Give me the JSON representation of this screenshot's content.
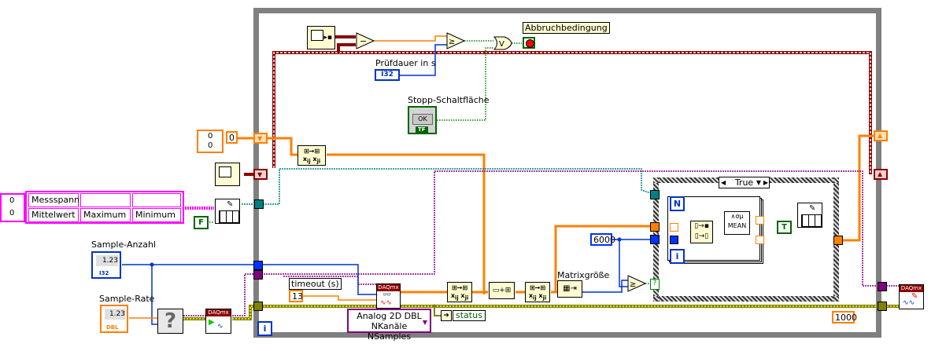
{
  "diagram": {
    "type": "LabVIEW block diagram",
    "while_loop": {
      "iteration_terminal": "i"
    },
    "labels": {
      "abort_condition": "Abbruchbedingung",
      "test_duration": "Prüfdauer in s",
      "stop_button": "Stopp-Schaltfläche",
      "sample_count": "Sample-Anzahl",
      "sample_rate": "Sample-Rate",
      "timeout": "timeout (s)",
      "matrix_size": "Matrixgröße",
      "status": "status"
    },
    "constants": {
      "timeout_value": "13",
      "array_index_1": "0",
      "array_index_2": "0",
      "array_value": "0",
      "cluster_index_1": "0",
      "cluster_index_2": "0",
      "threshold": "6000",
      "wait_ms": "1000",
      "false_const": "F",
      "true_const": "T"
    },
    "table_constant": {
      "rows": [
        [
          "Messspann",
          "",
          ""
        ],
        [
          "Mittelwert",
          "Maximum",
          "Minimum"
        ]
      ]
    },
    "controls": {
      "prufdauer_type": "I32",
      "sample_count_display": "1.23",
      "sample_count_type": "I32",
      "sample_rate_display": "1.23",
      "sample_rate_type": "DBL",
      "stop_button_text": "OK",
      "stop_button_type": "TF"
    },
    "daqmx": {
      "label": "DAQmx",
      "read_mode_line1": "Analog 2D DBL",
      "read_mode_line2": "NKanäle NSamples"
    },
    "case_structure": {
      "selector": "True"
    },
    "for_loop": {
      "count_terminal": "N",
      "iteration_terminal": "i",
      "function": "MEAN"
    },
    "unknown_vi": "?",
    "comparison_ops": {
      "subtract": "−",
      "greater_equal": "≥",
      "or": "V"
    },
    "colors": {
      "loop_border": "#808080",
      "timestamp_wire": "#8b0000",
      "double_wire": "#ff8000",
      "integer_wire": "#0033cc",
      "boolean_wire": "#008000",
      "error_wire": "#808000",
      "string_wire": "#ff00ff",
      "task_wire": "#800080",
      "refnum_wire": "#008080"
    }
  }
}
